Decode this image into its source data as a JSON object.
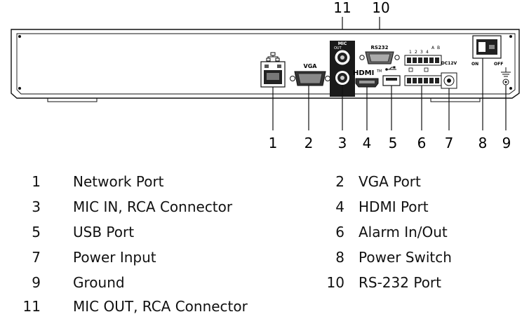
{
  "callouts": {
    "c1": "1",
    "c2": "2",
    "c3": "3",
    "c4": "4",
    "c5": "5",
    "c6": "6",
    "c7": "7",
    "c8": "8",
    "c9": "9",
    "c10": "10",
    "c11": "11"
  },
  "panel_text": {
    "vga": "VGA",
    "mic": "MIC",
    "out": "OUT",
    "rs232": "RS232",
    "hdmi": "HDMI",
    "tm": "TM",
    "dc12v": "DC12V",
    "on": "ON",
    "off": "OFF",
    "alarm_pins": [
      "1",
      "2",
      "3",
      "4",
      "A",
      "B"
    ]
  },
  "legend": [
    {
      "num": "1",
      "label": "Network Port"
    },
    {
      "num": "2",
      "label": "VGA Port"
    },
    {
      "num": "3",
      "label": "MIC IN, RCA Connector"
    },
    {
      "num": "4",
      "label": "HDMI Port"
    },
    {
      "num": "5",
      "label": "USB Port"
    },
    {
      "num": "6",
      "label": "Alarm In/Out"
    },
    {
      "num": "7",
      "label": "Power Input"
    },
    {
      "num": "8",
      "label": "Power Switch"
    },
    {
      "num": "9",
      "label": "Ground"
    },
    {
      "num": "10",
      "label": "RS-232 Port"
    },
    {
      "num": "11",
      "label": "MIC OUT, RCA Connector"
    }
  ],
  "colors": {
    "line": "#111111",
    "panel": "#ffffff",
    "port_dark": "#1a1a1a"
  }
}
